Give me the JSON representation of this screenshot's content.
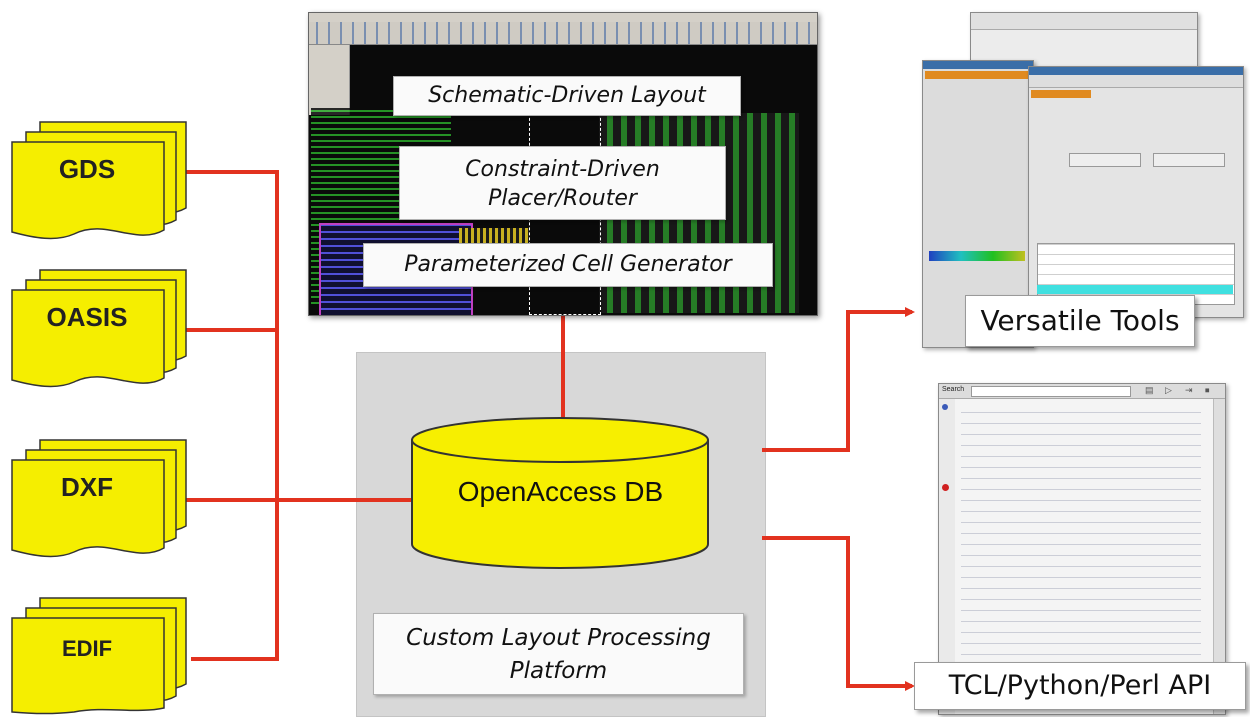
{
  "sources": [
    {
      "label": "GDS"
    },
    {
      "label": "OASIS"
    },
    {
      "label": "DXF"
    },
    {
      "label": "EDIF"
    }
  ],
  "layout_screenshot": {
    "features": [
      "Schematic-Driven Layout",
      "Constraint-Driven\nPlacer/Router",
      "Parameterized Cell Generator"
    ]
  },
  "database": {
    "label": "OpenAccess DB"
  },
  "platform": {
    "label": "Custom Layout Processing\nPlatform"
  },
  "tools": {
    "versatile_label": "Versatile Tools",
    "api_label": "TCL/Python/Perl API",
    "search_label": "Search"
  },
  "colors": {
    "connector": "#e2321f",
    "database_fill": "#f7ef00",
    "file_fill": "#f5ee00",
    "platform_bg": "#d8d8d8"
  }
}
